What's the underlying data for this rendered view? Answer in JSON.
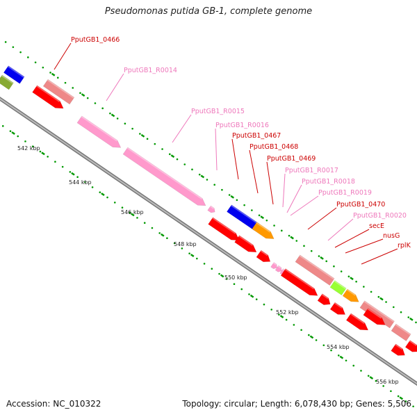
{
  "title": "Pseudomonas putida GB-1, complete genome",
  "footer": {
    "accession": "Accession: NC_010322",
    "topology": "Topology: circular; Length: 6,078,430 bp; Genes: 5,506"
  },
  "colors": {
    "backbone": "#999999",
    "cds": "#ff0000",
    "cds_light": "#ee8888",
    "rna": "#ff99cc",
    "blue": "#0000ee",
    "orange": "#ff9900",
    "green": "#99ff33",
    "tick": "#009900",
    "label_cds": "#cc0000",
    "label_rna": "#ee77bb"
  },
  "scale": {
    "ticks": [
      "542 kbp",
      "544 kbp",
      "546 kbp",
      "548 kbp",
      "550 kbp",
      "552 kbp",
      "554 kbp",
      "556 kbp"
    ]
  },
  "labels": [
    {
      "text": "PputGB1_0466",
      "kind": "cds"
    },
    {
      "text": "PputGB1_R0014",
      "kind": "rna"
    },
    {
      "text": "PputGB1_R0015",
      "kind": "rna"
    },
    {
      "text": "PputGB1_R0016",
      "kind": "rna"
    },
    {
      "text": "PputGB1_0467",
      "kind": "cds"
    },
    {
      "text": "PputGB1_0468",
      "kind": "cds"
    },
    {
      "text": "PputGB1_0469",
      "kind": "cds"
    },
    {
      "text": "PputGB1_R0017",
      "kind": "rna"
    },
    {
      "text": "PputGB1_R0018",
      "kind": "rna"
    },
    {
      "text": "PputGB1_R0019",
      "kind": "rna"
    },
    {
      "text": "PputGB1_0470",
      "kind": "cds"
    },
    {
      "text": "PputGB1_R0020",
      "kind": "rna"
    },
    {
      "text": "secE",
      "kind": "cds"
    },
    {
      "text": "nusG",
      "kind": "cds"
    },
    {
      "text": "rplK",
      "kind": "cds"
    }
  ]
}
